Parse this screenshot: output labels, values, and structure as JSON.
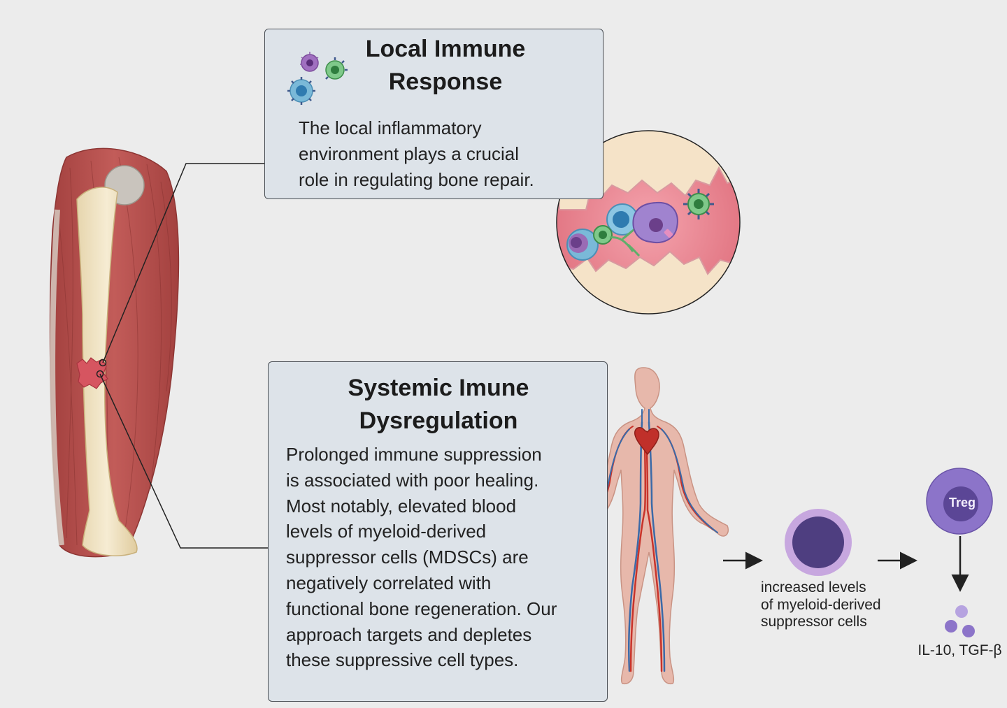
{
  "local_response": {
    "title": "Local Immune Response",
    "body": "The local inflammatory\nenvironment plays a crucial\nrole in regulating bone repair."
  },
  "systemic_dysregulation": {
    "title": "Systemic Imune Dysregulation",
    "body": "Prolonged immune suppression\nis associated with poor healing.\nMost notably, elevated blood\nlevels of myeloid-derived\nsuppressor cells (MDSCs) are\nnegatively correlated with\nfunctional bone regeneration. Our\napproach targets and depletes\nthese suppressive cell types."
  },
  "pathway": {
    "mdsc_caption": "increased levels\nof myeloid-derived\nsuppressor cells",
    "treg_label": "Treg",
    "cytokine_label": "IL-10, TGF-β"
  },
  "colors": {
    "background": "#ececec",
    "box_fill": "#dde3e9",
    "muscle": "#b5504f",
    "bone": "#efe2c2",
    "inflammation": "#e98591",
    "mdsc_purple": "#4e3e80",
    "treg_purple": "#8c74c9",
    "vein_blue": "#3b6aa8",
    "artery_red": "#c8332b"
  },
  "icons": [
    "femur-illustration",
    "fracture-site",
    "immune-cells-icon",
    "fracture-zoom-circle",
    "human-body-circulatory-icon",
    "mdsc-cell-icon",
    "treg-cell-icon",
    "cytokine-particles-icon",
    "arrow-right-icon",
    "arrow-down-icon"
  ]
}
